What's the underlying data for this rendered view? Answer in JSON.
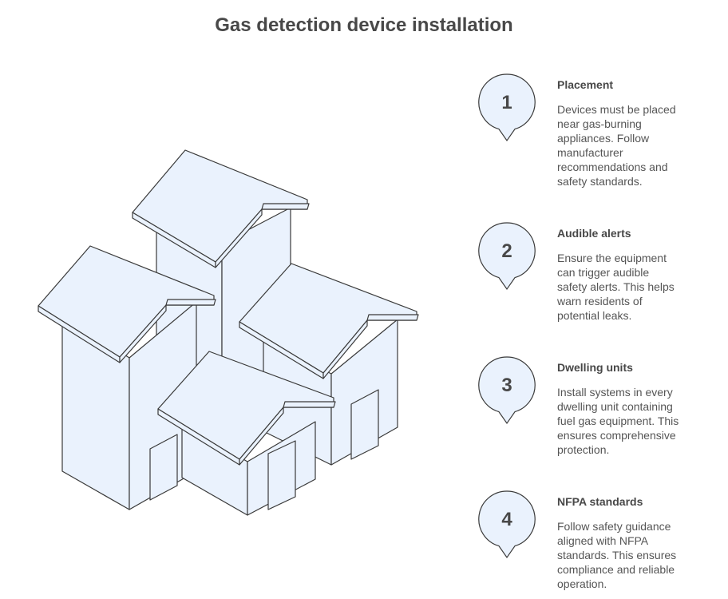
{
  "title": "Gas detection device installation",
  "steps": [
    {
      "number": "1",
      "title": "Placement",
      "description": "Devices must be placed\nnear gas-burning\nappliances. Follow\nmanufacturer\nrecommendations and\nsafety standards."
    },
    {
      "number": "2",
      "title": "Audible alerts",
      "description": "Ensure the equipment\ncan trigger audible\nsafety alerts. This helps\nwarn residents of\npotential leaks."
    },
    {
      "number": "3",
      "title": "Dwelling units",
      "description": "Install systems in every\ndwelling unit containing\nfuel gas equipment. This\nensures comprehensive\nprotection."
    },
    {
      "number": "4",
      "title": "NFPA standards",
      "description": "Follow safety guidance\naligned with NFPA\nstandards. This ensures\ncompliance and reliable\noperation."
    }
  ],
  "colors": {
    "fill": "#eaf2fd",
    "stroke": "#3a3a3a",
    "text": "#484848"
  },
  "illustration_icon": "houses-cluster-icon"
}
